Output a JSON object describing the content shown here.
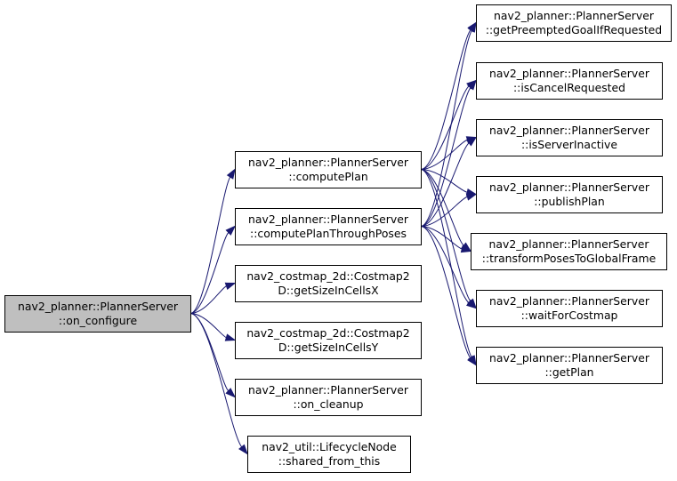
{
  "nodes": [
    {
      "id": "on_configure",
      "line1": "nav2_planner::PlannerServer",
      "line2": "::on_configure",
      "root": true
    },
    {
      "id": "computePlan",
      "line1": "nav2_planner::PlannerServer",
      "line2": "::computePlan"
    },
    {
      "id": "computePlanThroughPoses",
      "line1": "nav2_planner::PlannerServer",
      "line2": "::computePlanThroughPoses"
    },
    {
      "id": "getSizeInCellsX",
      "line1": "nav2_costmap_2d::Costmap2",
      "line2": "D::getSizeInCellsX"
    },
    {
      "id": "getSizeInCellsY",
      "line1": "nav2_costmap_2d::Costmap2",
      "line2": "D::getSizeInCellsY"
    },
    {
      "id": "on_cleanup",
      "line1": "nav2_planner::PlannerServer",
      "line2": "::on_cleanup"
    },
    {
      "id": "shared_from_this",
      "line1": "nav2_util::LifecycleNode",
      "line2": "::shared_from_this"
    },
    {
      "id": "getPreemptedGoalIfRequested",
      "line1": "nav2_planner::PlannerServer",
      "line2": "::getPreemptedGoalIfRequested"
    },
    {
      "id": "isCancelRequested",
      "line1": "nav2_planner::PlannerServer",
      "line2": "::isCancelRequested"
    },
    {
      "id": "isServerInactive",
      "line1": "nav2_planner::PlannerServer",
      "line2": "::isServerInactive"
    },
    {
      "id": "publishPlan",
      "line1": "nav2_planner::PlannerServer",
      "line2": "::publishPlan"
    },
    {
      "id": "transformPosesToGlobalFrame",
      "line1": "nav2_planner::PlannerServer",
      "line2": "::transformPosesToGlobalFrame"
    },
    {
      "id": "waitForCostmap",
      "line1": "nav2_planner::PlannerServer",
      "line2": "::waitForCostmap"
    },
    {
      "id": "getPlan",
      "line1": "nav2_planner::PlannerServer",
      "line2": "::getPlan"
    }
  ],
  "edges": [
    {
      "from": "on_configure",
      "to": "computePlan"
    },
    {
      "from": "on_configure",
      "to": "computePlanThroughPoses"
    },
    {
      "from": "on_configure",
      "to": "getSizeInCellsX"
    },
    {
      "from": "on_configure",
      "to": "getSizeInCellsY"
    },
    {
      "from": "on_configure",
      "to": "on_cleanup"
    },
    {
      "from": "on_configure",
      "to": "shared_from_this"
    },
    {
      "from": "computePlan",
      "to": "getPreemptedGoalIfRequested"
    },
    {
      "from": "computePlan",
      "to": "isCancelRequested"
    },
    {
      "from": "computePlan",
      "to": "isServerInactive"
    },
    {
      "from": "computePlan",
      "to": "publishPlan"
    },
    {
      "from": "computePlan",
      "to": "transformPosesToGlobalFrame"
    },
    {
      "from": "computePlan",
      "to": "waitForCostmap"
    },
    {
      "from": "computePlan",
      "to": "getPlan"
    },
    {
      "from": "computePlanThroughPoses",
      "to": "getPreemptedGoalIfRequested"
    },
    {
      "from": "computePlanThroughPoses",
      "to": "isCancelRequested"
    },
    {
      "from": "computePlanThroughPoses",
      "to": "isServerInactive"
    },
    {
      "from": "computePlanThroughPoses",
      "to": "publishPlan"
    },
    {
      "from": "computePlanThroughPoses",
      "to": "transformPosesToGlobalFrame"
    },
    {
      "from": "computePlanThroughPoses",
      "to": "waitForCostmap"
    },
    {
      "from": "computePlanThroughPoses",
      "to": "getPlan"
    }
  ],
  "colors": {
    "edge": "#191970",
    "root_fill": "#bfbfbf",
    "node_fill": "#ffffff",
    "border": "#000000"
  }
}
